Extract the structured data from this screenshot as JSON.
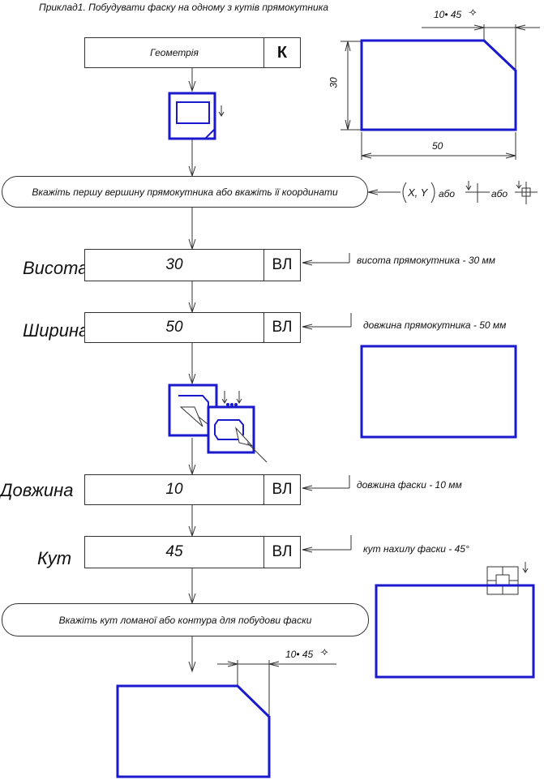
{
  "title": "Приклад1. Побудувати фаску на одному з кутів прямокутника",
  "header_block": {
    "label": "Геометрія",
    "key": "К"
  },
  "prompt_first_vertex": "Вкажіть першу вершину прямокутника або вкажіть її координати",
  "coord_hint": {
    "xy": "X, Y",
    "or1": "або",
    "or2": "або"
  },
  "params": [
    {
      "name": "Висота",
      "value": "30",
      "key": "ВЛ",
      "note": "висота прямокутника -  30 мм"
    },
    {
      "name": "Ширина",
      "value": "50",
      "key": "ВЛ",
      "note": "довжина прямокутника -  50 мм"
    },
    {
      "name": "Довжина",
      "value": "10",
      "key": "ВЛ",
      "note": "довжина фаски -  10 мм"
    },
    {
      "name": "Кут",
      "value": "45",
      "key": "ВЛ",
      "note": "кут нахилу фаски -  45°"
    }
  ],
  "prompt_corner": "Вкажіть кут ломаної або контура для побудови фаски",
  "dims": {
    "height": "30",
    "width": "50",
    "chamfer": "10• 45"
  },
  "colors": {
    "shape": "#1a1acc",
    "line": "#333333"
  }
}
